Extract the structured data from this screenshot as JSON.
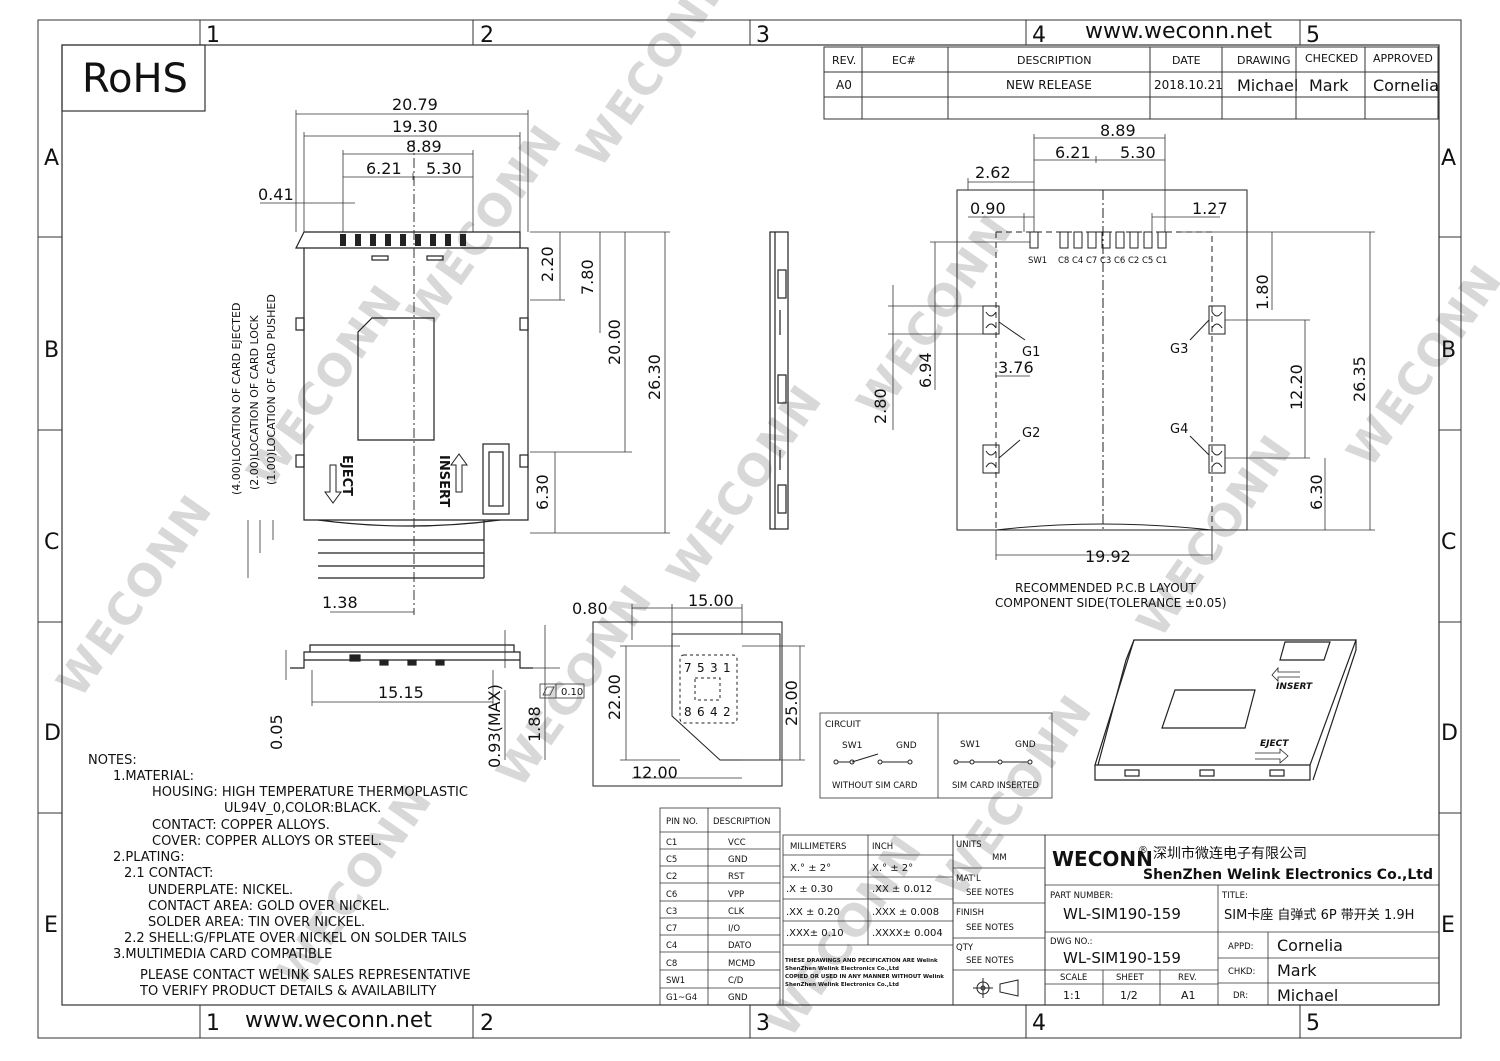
{
  "header": {
    "rohs": "RoHS",
    "website": "www.weconn.net"
  },
  "grid": {
    "cols": [
      "1",
      "2",
      "3",
      "4",
      "5"
    ],
    "rows": [
      "A",
      "B",
      "C",
      "D",
      "E"
    ]
  },
  "revision": {
    "headers": [
      "REV.",
      "EC#",
      "DESCRIPTION",
      "DATE",
      "DRAWING",
      "CHECKED",
      "APPROVED"
    ],
    "row": [
      "A0",
      "",
      "NEW RELEASE",
      "2018.10.21",
      "Michael",
      "Mark",
      "Cornelia"
    ]
  },
  "top_view": {
    "dims": {
      "w1": "20.79",
      "w2": "19.30",
      "w3": "8.89",
      "w4": "6.21",
      "w5": "5.30",
      "pin": "0.41",
      "h1": "2.20",
      "h2": "7.80",
      "h3": "20.00",
      "h4": "26.30",
      "h5": "6.30",
      "offset": "1.38"
    },
    "labels": {
      "eject": "EJECT",
      "insert": "INSERT",
      "loc1": "(4.00)LOCATION OF CARD EJECTED",
      "loc2": "(2.00)LOCATION OF CARD LOCK",
      "loc3": "(1.00)LOCATION OF CARD PUSHED"
    }
  },
  "front_view": {
    "dims": {
      "w": "15.15",
      "t": "0.05",
      "hmax": "0.93(MAX)",
      "h": "1.88",
      "flat": "0.10"
    }
  },
  "card_view": {
    "dims": {
      "a": "0.80",
      "b": "15.00",
      "c": "22.00",
      "d": "25.00",
      "e": "12.00"
    },
    "pads_top": [
      "7",
      "5",
      "3",
      "1"
    ],
    "pads_bottom": [
      "8",
      "6",
      "4",
      "2"
    ]
  },
  "pcb_layout": {
    "dims": {
      "d889": "8.89",
      "d621": "6.21",
      "d530": "5.30",
      "d262": "2.62",
      "d090": "0.90",
      "d127": "1.27",
      "d180": "1.80",
      "d694": "6.94",
      "d376": "3.76",
      "d280": "2.80",
      "d1220": "12.20",
      "d2635": "26.35",
      "d630": "6.30",
      "d1992": "19.92"
    },
    "pin_labels": [
      "SW1",
      "C8",
      "C4",
      "C7",
      "C3",
      "C6",
      "C2",
      "C5",
      "C1"
    ],
    "ground": [
      "G1",
      "G2",
      "G3",
      "G4"
    ],
    "title1": "RECOMMENDED P.C.B LAYOUT",
    "title2": "COMPONENT SIDE(TOLERANCE ±0.05)"
  },
  "iso_labels": {
    "insert": "INSERT",
    "eject": "EJECT"
  },
  "circuit": {
    "title": "CIRCUIT",
    "sw": "SW1",
    "gnd": "GND",
    "without": "WITHOUT SIM CARD",
    "inserted": "SIM CARD INSERTED"
  },
  "notes": [
    "NOTES:",
    "1.MATERIAL:",
    "HOUSING: HIGH TEMPERATURE THERMOPLASTIC",
    "UL94V_0,COLOR:BLACK.",
    "CONTACT: COPPER ALLOYS.",
    "COVER: COPPER ALLOYS OR STEEL.",
    "2.PLATING:",
    "2.1 CONTACT:",
    "UNDERPLATE: NICKEL.",
    "CONTACT AREA: GOLD OVER NICKEL.",
    "SOLDER AREA: TIN OVER NICKEL.",
    "2.2 SHELL:G/FPLATE OVER NICKEL ON SOLDER TAILS",
    "3.MULTIMEDIA CARD COMPATIBLE",
    "PLEASE CONTACT WELINK SALES REPRESENTATIVE",
    "TO VERIFY PRODUCT DETAILS & AVAILABILITY"
  ],
  "pin_table": {
    "headers": [
      "PIN NO.",
      "DESCRIPTION"
    ],
    "rows": [
      [
        "C1",
        "VCC"
      ],
      [
        "C5",
        "GND"
      ],
      [
        "C2",
        "RST"
      ],
      [
        "C6",
        "VPP"
      ],
      [
        "C3",
        "CLK"
      ],
      [
        "C7",
        "I/O"
      ],
      [
        "C4",
        "DATO"
      ],
      [
        "C8",
        "MCMD"
      ],
      [
        "SW1",
        "C/D"
      ],
      [
        "G1~G4",
        "GND"
      ]
    ]
  },
  "tolerance": {
    "mm": "MILLIMETERS",
    "inch": "INCH",
    "rows": [
      [
        "X.°  ±  2°",
        "X.°  ±  2°"
      ],
      [
        ".X   ± 0.30",
        ".XX   ± 0.012"
      ],
      [
        ".XX ± 0.20",
        ".XXX  ± 0.008"
      ],
      [
        ".XXX±  0.10",
        ".XXXX± 0.004"
      ]
    ],
    "disclaimer": [
      "THESE DRAWINGS AND PECIFICATION ARE Welink",
      "ShenZhen Welink Electronics Co.,Ltd",
      "COPIED OR USED IN ANY MANNER WITHOUT Welink",
      "ShenZhen Welink Electronics Co.,Ltd"
    ]
  },
  "specs": [
    {
      "label": "UNITS",
      "value": "MM"
    },
    {
      "label": "MAT'L",
      "value": "SEE NOTES"
    },
    {
      "label": "FINISH",
      "value": "SEE NOTES"
    },
    {
      "label": "QTY",
      "value": "SEE NOTES"
    }
  ],
  "company": {
    "brand": "WECONN",
    "reg": "®",
    "cn_name": "深圳市微连电子有限公司",
    "en_name": "ShenZhen Welink Electronics Co.,Ltd"
  },
  "part": {
    "part_label": "PART NUMBER:",
    "part_no": "WL-SIM190-159",
    "dwg_label": "DWG NO.:",
    "dwg_no": "WL-SIM190-159",
    "title_label": "TITLE:",
    "title": "SIM卡座 自弹式 6P 带开关 1.9H",
    "scale_label": "SCALE",
    "scale": "1:1",
    "sheet_label": "SHEET",
    "sheet": "1/2",
    "rev_label": "REV.",
    "rev": "A1"
  },
  "approvals": [
    {
      "label": "APPD:",
      "name": "Cornelia"
    },
    {
      "label": "CHKD:",
      "name": "Mark"
    },
    {
      "label": "DR:",
      "name": "Michael"
    }
  ],
  "watermark": "WECONN"
}
